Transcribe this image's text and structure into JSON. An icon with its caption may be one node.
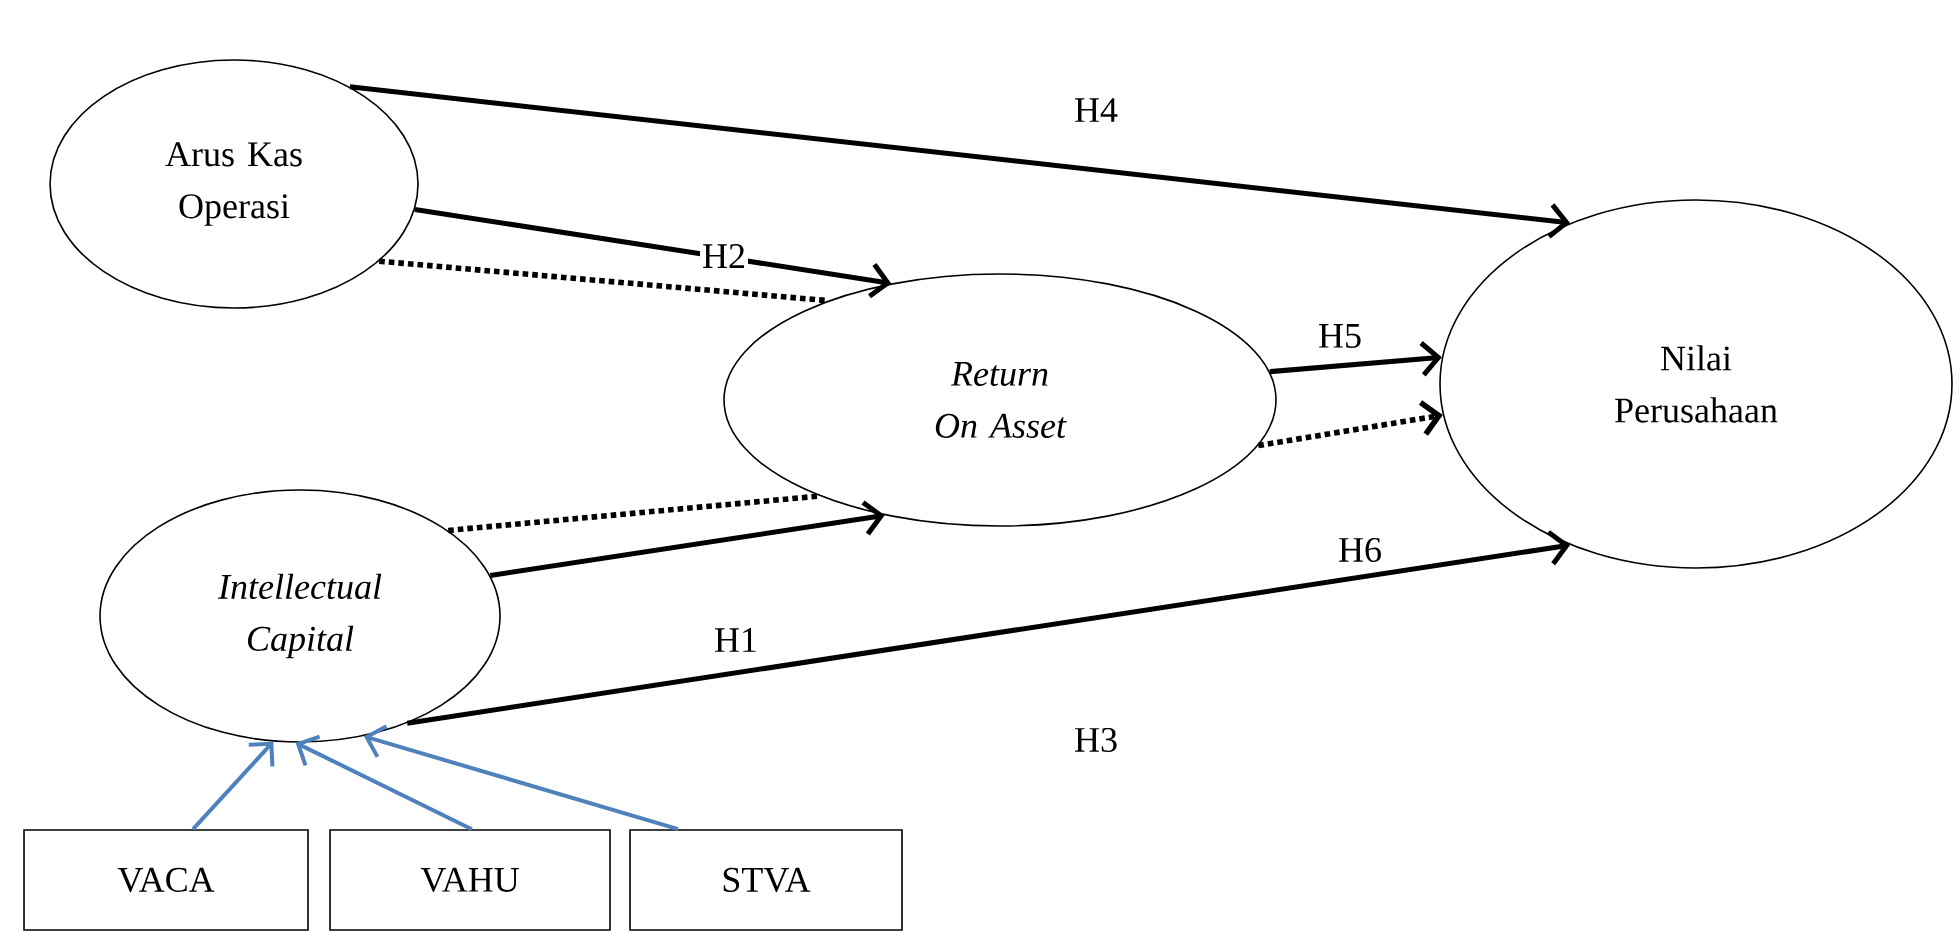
{
  "diagram": {
    "nodes": [
      {
        "text": [
          "Arus Kas Operasi"
        ]
      },
      {
        "text": [
          "Return On Asset"
        ]
      },
      {
        "text": [
          "Nilai Perusahaan"
        ]
      },
      {
        "text": [
          "Intellectual Capital"
        ]
      },
      {
        "text": [
          "VACA"
        ]
      },
      {
        "text": [
          "VAHU"
        ]
      },
      {
        "text": [
          "STVA"
        ]
      }
    ],
    "edges": [
      {
        "from": 0,
        "to": 2,
        "arrow": "to",
        "label": "H4"
      },
      {
        "from": 0,
        "to": 1,
        "arrow": "to",
        "label": "H2"
      },
      {
        "from": 0,
        "to": 1,
        "arrow": "none",
        "style": "dashed"
      },
      {
        "from": 3,
        "to": 1,
        "arrow": "to"
      },
      {
        "from": 3,
        "to": 1,
        "arrow": "none",
        "style": "dashed"
      },
      {
        "from": 1,
        "to": 2,
        "arrow": "to",
        "label": "H5"
      },
      {
        "from": 1,
        "to": 2,
        "arrow": "to",
        "style": "dashed"
      },
      {
        "from": 3,
        "to": 2,
        "arrow": "to",
        "label": "H1"
      },
      {
        "from": 4,
        "to": 3,
        "arrow": "to",
        "color": "#4f81bd"
      },
      {
        "from": 5,
        "to": 3,
        "arrow": "to",
        "color": "#4f81bd"
      },
      {
        "from": 6,
        "to": 3,
        "arrow": "to",
        "color": "#4f81bd"
      }
    ],
    "labels": [
      "H6",
      "H3"
    ]
  }
}
